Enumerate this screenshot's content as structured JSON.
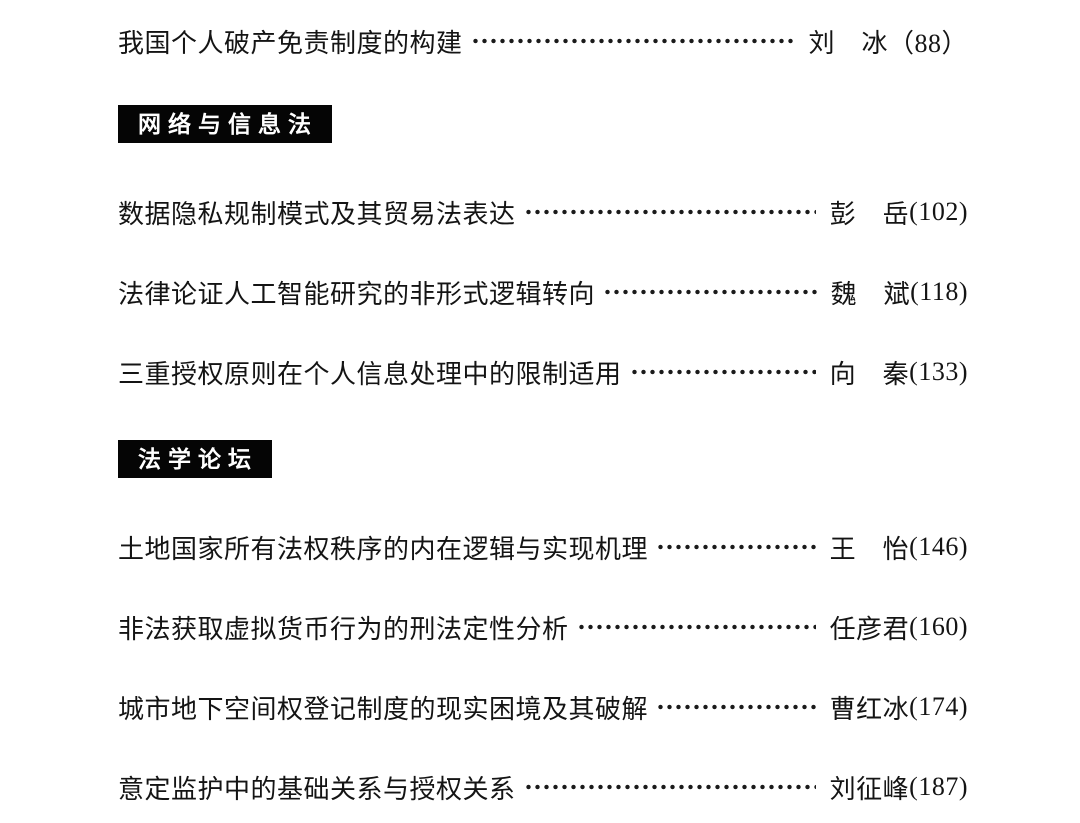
{
  "page": {
    "kind": "journal-table-of-contents",
    "background_color": "#ffffff",
    "text_color": "#141414",
    "section_header_bg": "#050505",
    "section_header_text_color": "#ffffff"
  },
  "toc": {
    "sections": [
      {
        "header": "",
        "entries": [
          {
            "title": "我国个人破产免责制度的构建",
            "author": "刘　冰",
            "page": "（88）"
          }
        ]
      },
      {
        "header": "网络与信息法",
        "entries": [
          {
            "title": "数据隐私规制模式及其贸易法表达",
            "author": "彭　岳",
            "page": "(102)"
          },
          {
            "title": "法律论证人工智能研究的非形式逻辑转向",
            "author": "魏　斌",
            "page": "(118)"
          },
          {
            "title": "三重授权原则在个人信息处理中的限制适用",
            "author": "向　秦",
            "page": "(133)"
          }
        ]
      },
      {
        "header": "法学论坛",
        "entries": [
          {
            "title": "土地国家所有法权秩序的内在逻辑与实现机理",
            "author": "王　怡",
            "page": "(146)"
          },
          {
            "title": "非法获取虚拟货币行为的刑法定性分析",
            "author": "任彦君",
            "page": "(160)"
          },
          {
            "title": "城市地下空间权登记制度的现实困境及其破解",
            "author": "曹红冰",
            "page": "(174)"
          },
          {
            "title": "意定监护中的基础关系与授权关系",
            "author": "刘征峰",
            "page": "(187)"
          }
        ]
      }
    ]
  }
}
